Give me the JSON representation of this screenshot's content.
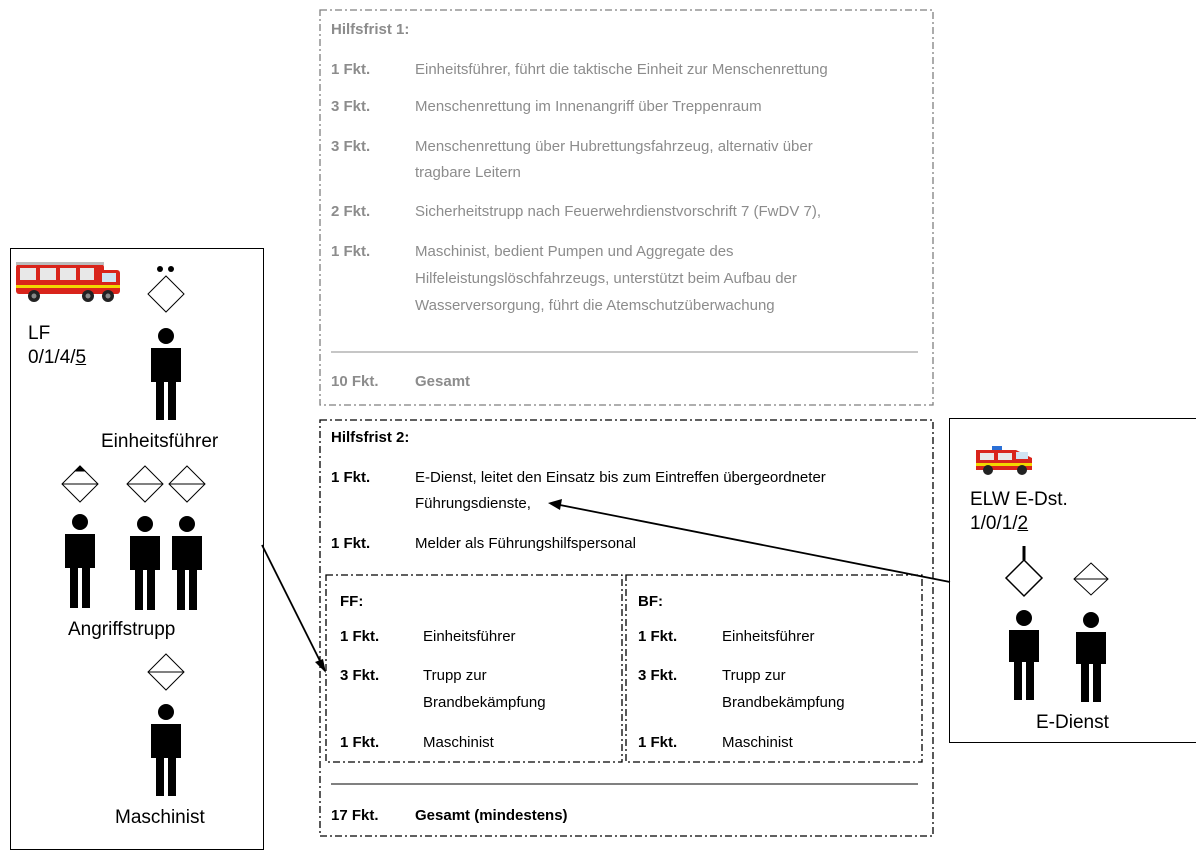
{
  "hilfsfrist1": {
    "title": "Hilfsfrist 1:",
    "rows": [
      {
        "count": "1 Fkt.",
        "lines": [
          "Einheitsführer, führt die taktische Einheit zur Menschenrettung"
        ]
      },
      {
        "count": "3 Fkt.",
        "lines": [
          "Menschenrettung im Innenangriff über Treppenraum"
        ]
      },
      {
        "count": "3 Fkt.",
        "lines": [
          "Menschenrettung über Hubrettungsfahrzeug, alternativ über",
          "tragbare Leitern"
        ]
      },
      {
        "count": "2 Fkt.",
        "lines": [
          "Sicherheitstrupp nach Feuerwehrdienstvorschrift 7 (FwDV 7),"
        ]
      },
      {
        "count": "1 Fkt.",
        "lines": [
          "Maschinist, bedient Pumpen und Aggregate des",
          "Hilfeleistungslöschfahrzeugs, unterstützt beim Aufbau der",
          "Wasserversorgung, führt die Atemschutzüberwachung"
        ]
      }
    ],
    "total_count": "10 Fkt.",
    "total_label": "Gesamt"
  },
  "hilfsfrist2": {
    "title": "Hilfsfrist 2:",
    "rows": [
      {
        "count": "1 Fkt.",
        "lines": [
          "E-Dienst, leitet den Einsatz bis zum Eintreffen übergeordneter",
          "Führungsdienste,"
        ]
      },
      {
        "count": "1 Fkt.",
        "lines": [
          "Melder als Führungshilfspersonal"
        ]
      }
    ],
    "ff": {
      "title": "FF:",
      "rows": [
        {
          "count": "1 Fkt.",
          "lines": [
            "Einheitsführer"
          ]
        },
        {
          "count": "3 Fkt.",
          "lines": [
            "Trupp zur",
            "Brandbekämpfung"
          ]
        },
        {
          "count": "1 Fkt.",
          "lines": [
            "Maschinist"
          ]
        }
      ]
    },
    "bf": {
      "title": "BF:",
      "rows": [
        {
          "count": "1 Fkt.",
          "lines": [
            "Einheitsführer"
          ]
        },
        {
          "count": "3 Fkt.",
          "lines": [
            "Trupp zur",
            "Brandbekämpfung"
          ]
        },
        {
          "count": "1 Fkt.",
          "lines": [
            "Maschinist"
          ]
        }
      ]
    },
    "total_count": "17 Fkt.",
    "total_label": "Gesamt (mindestens)"
  },
  "lf_panel": {
    "vehicle": "LF",
    "strength_prefix": "0/1/4/",
    "strength_total": "5",
    "roles": [
      "Einheitsführer",
      "Angriffstrupp",
      "Maschinist"
    ]
  },
  "elw_panel": {
    "vehicle": "ELW E-Dst.",
    "strength_prefix": "1/0/1/",
    "strength_total": "2",
    "role": "E-Dienst"
  },
  "colors": {
    "grey_text": "#8c8c8c",
    "truck_red": "#d9241b",
    "line": "#000000"
  }
}
